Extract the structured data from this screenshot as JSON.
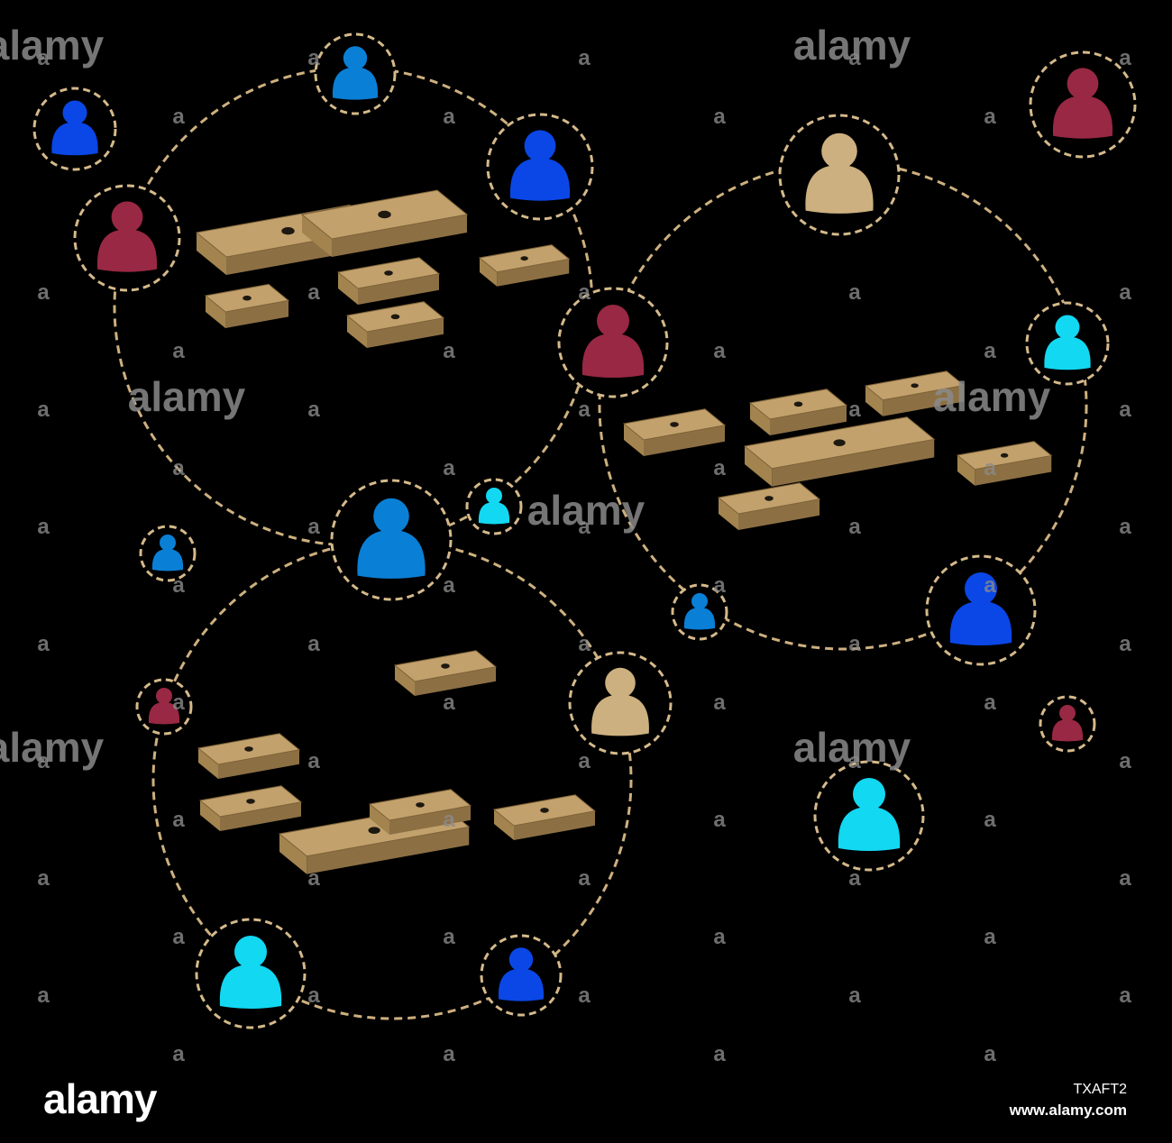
{
  "colors": {
    "background": "#000000",
    "ring": "#cdb07f",
    "node_fill": "#000000",
    "node_border": "#d4b98a",
    "puzzle_top": "#c2a16c",
    "puzzle_side": "#8c7044",
    "watermark": "#8a8a8a",
    "blue": "#0a7fd6",
    "deep_blue": "#0a47e6",
    "cyan": "#12d8f2",
    "crimson": "#982843",
    "tan": "#cdb07f"
  },
  "watermark": {
    "word": "alamy",
    "mark": "a"
  },
  "footer": {
    "logo": "alamy",
    "image_id": "TXAFT2",
    "url": "www.alamy.com"
  },
  "people": [
    {
      "id": "p1",
      "color": "blue",
      "group": "circle-1"
    },
    {
      "id": "p2",
      "color": "deep_blue",
      "group": "circle-1"
    },
    {
      "id": "p3",
      "color": "crimson",
      "group": "circle-1"
    },
    {
      "id": "p4",
      "color": "crimson",
      "group": "circle-1-circle-2"
    },
    {
      "id": "p5",
      "color": "cyan",
      "group": "circle-1-circle-3"
    },
    {
      "id": "p6",
      "color": "blue",
      "group": "circle-1-circle-3"
    },
    {
      "id": "p7",
      "color": "tan",
      "group": "circle-2"
    },
    {
      "id": "p8",
      "color": "cyan",
      "group": "circle-2"
    },
    {
      "id": "p9",
      "color": "deep_blue",
      "group": "circle-2"
    },
    {
      "id": "p10",
      "color": "blue",
      "group": "circle-2"
    },
    {
      "id": "p11",
      "color": "crimson",
      "group": "circle-3"
    },
    {
      "id": "p12",
      "color": "tan",
      "group": "circle-3"
    },
    {
      "id": "p13",
      "color": "cyan",
      "group": "circle-3"
    },
    {
      "id": "p14",
      "color": "deep_blue",
      "group": "circle-3"
    },
    {
      "id": "p15",
      "color": "deep_blue",
      "group": "none"
    },
    {
      "id": "p16",
      "color": "crimson",
      "group": "none"
    },
    {
      "id": "p17",
      "color": "blue",
      "group": "none"
    },
    {
      "id": "p18",
      "color": "crimson",
      "group": "none"
    },
    {
      "id": "p19",
      "color": "cyan",
      "group": "none"
    }
  ]
}
